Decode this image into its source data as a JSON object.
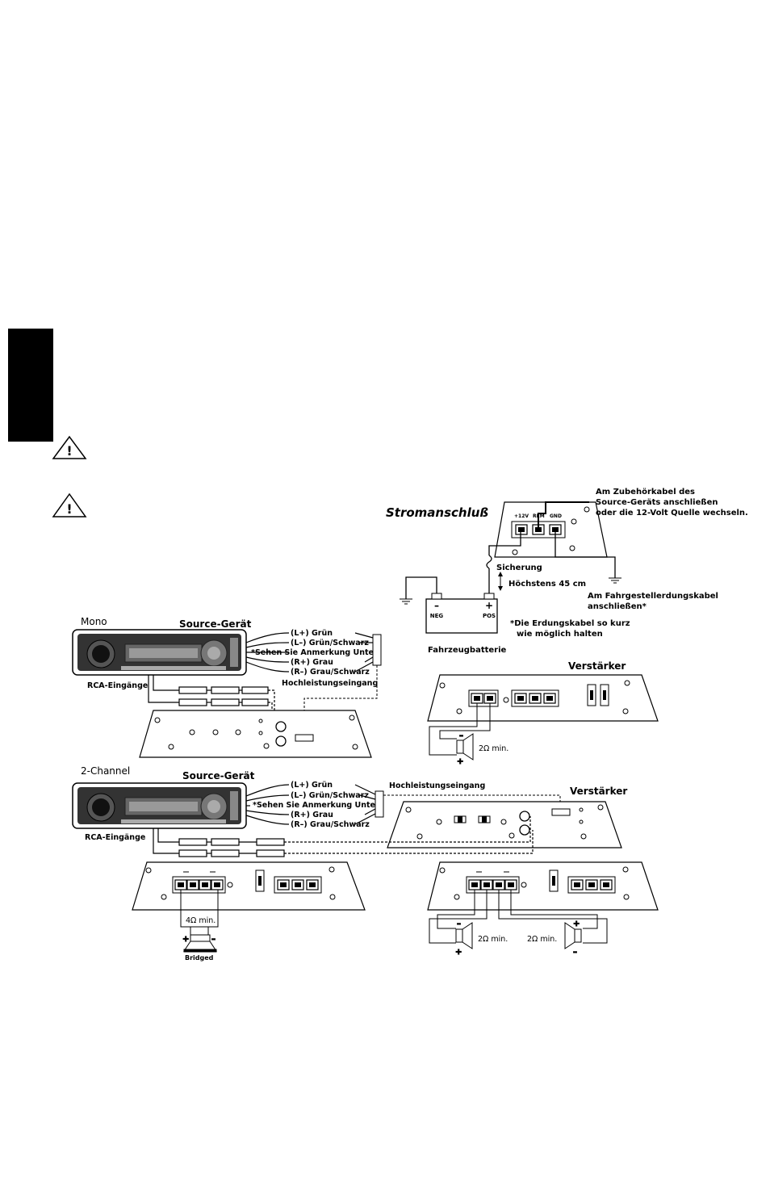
{
  "warnings": {
    "glyph": "!"
  },
  "power": {
    "title": "Stromanschluß",
    "terminals": [
      "+12V",
      "REM",
      "GND"
    ],
    "remote_note": [
      "Am Zubehörkabel des",
      "Source-Geräts anschließen",
      "oder die 12-Volt Quelle wechseln."
    ],
    "fuse": "Sicherung",
    "max_length": "Höchstens 45 cm",
    "ground_note": [
      "Am Fahrgestellerdungskabel",
      "anschließen*"
    ],
    "battery": {
      "neg_sign": "–",
      "pos_sign": "+",
      "neg": "NEG",
      "pos": "POS",
      "label": "Fahrzeugbatterie"
    },
    "ground_tip": [
      "*Die Erdungskabel so kurz",
      "wie möglich halten"
    ]
  },
  "mono": {
    "label": "Mono",
    "source": "Source-Gerät",
    "wires": [
      "(L+) Grün",
      "(L–) Grün/Schwarz",
      "*Sehen Sie Anmerkung Unten",
      "(R+) Grau",
      "(R–) Grau/Schwarz"
    ],
    "rca": "RCA-Eingänge",
    "highlevel": "Hochleistungseingang",
    "amp": "Verstärker",
    "impedance": "2Ω min."
  },
  "two_channel": {
    "label": "2-Channel",
    "source": "Source-Gerät",
    "wires": [
      "(L+) Grün",
      "(L–) Grün/Schwarz",
      "*Sehen Sie Anmerkung Unten",
      "(R+) Grau",
      "(R–) Grau/Schwarz"
    ],
    "rca": "RCA-Eingänge",
    "highlevel": "Hochleistungseingang",
    "amp": "Verstärker",
    "bridged_impedance": "4Ω min.",
    "bridged": "Bridged",
    "impedance_left": "2Ω min.",
    "impedance_right": "2Ω min."
  }
}
